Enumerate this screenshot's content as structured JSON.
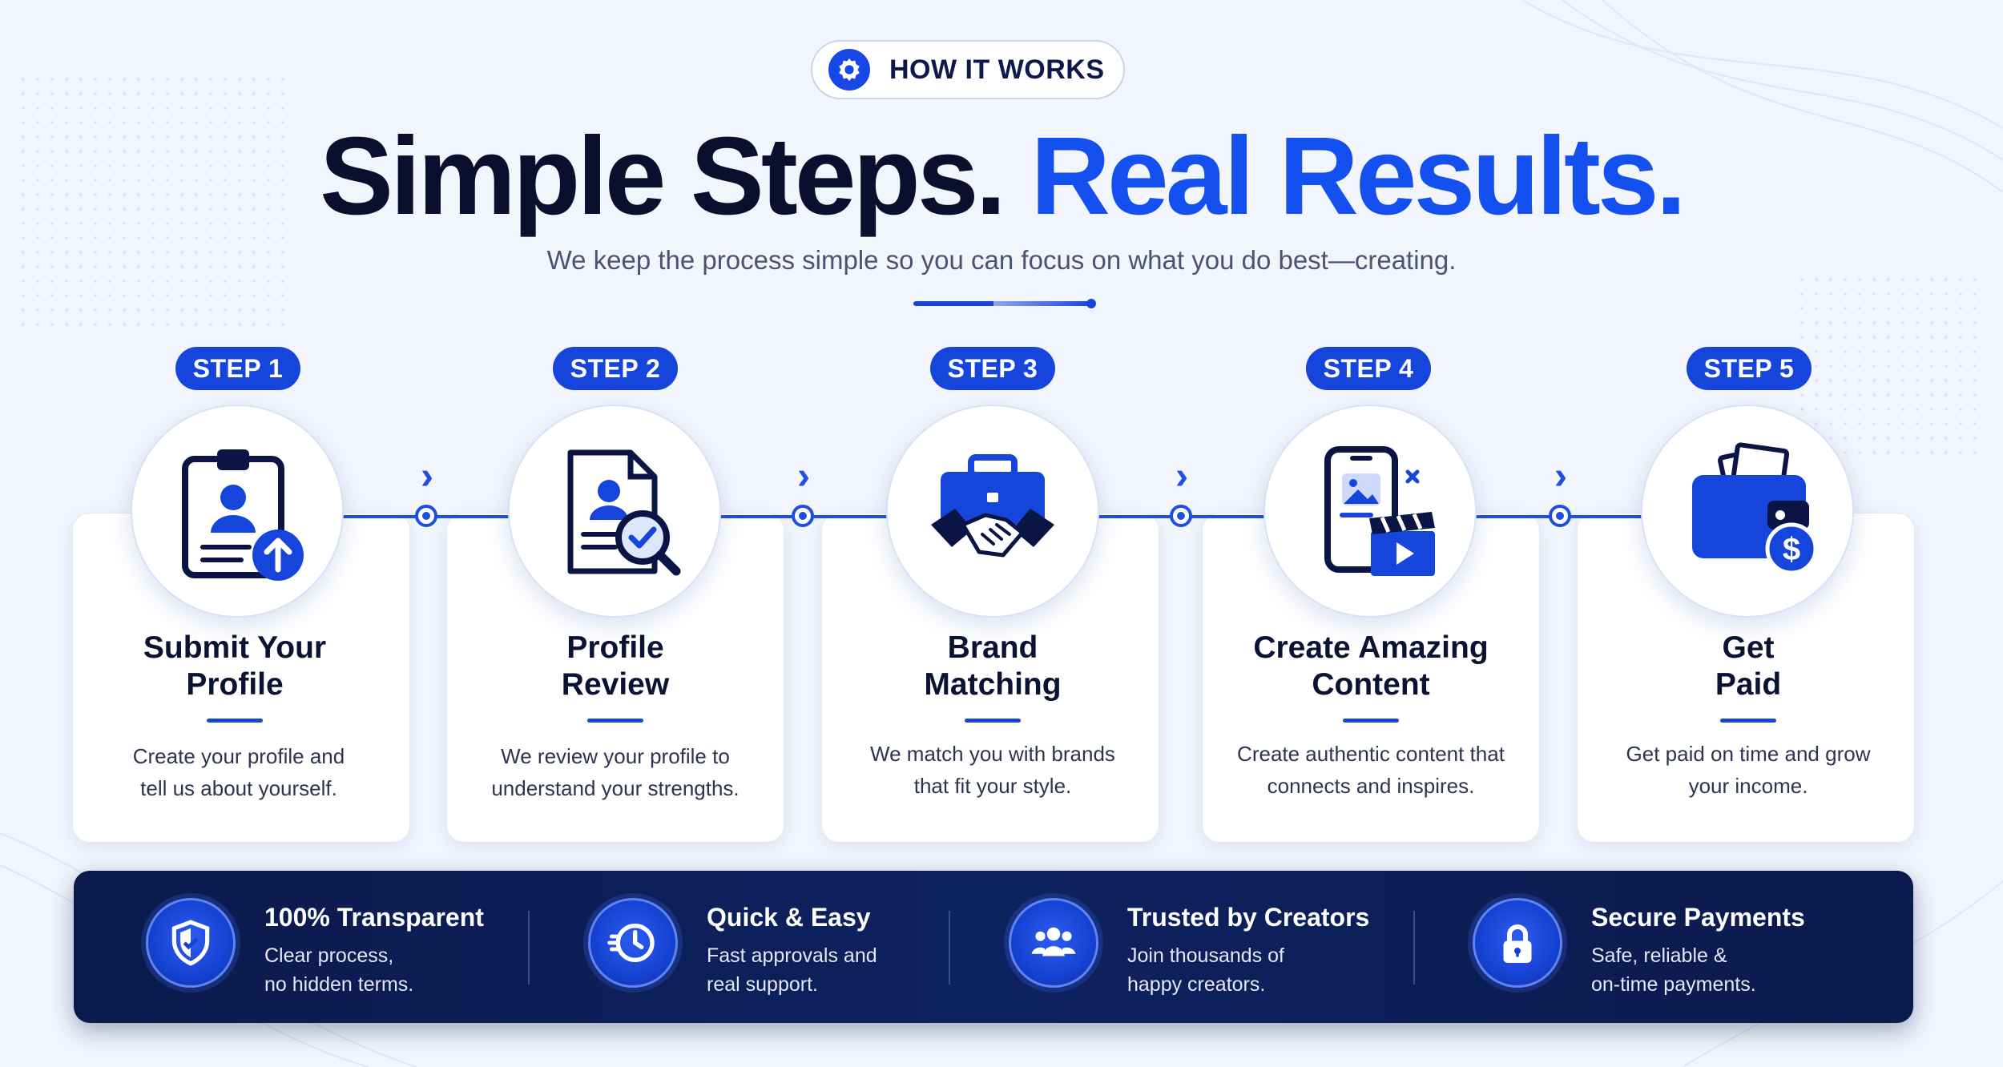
{
  "header": {
    "badge_label": "HOW IT WORKS",
    "headline_dark": "Simple Steps.",
    "headline_blue": "Real Results.",
    "subtitle": "We keep the process simple so you can focus on what you do best—creating."
  },
  "steps": [
    {
      "pill": "STEP 1",
      "title_line1": "Submit Your",
      "title_line2": "Profile",
      "desc_line1": "Create your profile and",
      "desc_line2": "tell us about yourself.",
      "icon": "clipboard-upload-icon"
    },
    {
      "pill": "STEP 2",
      "title_line1": "Profile",
      "title_line2": "Review",
      "desc_line1": "We review your profile to",
      "desc_line2": "understand your strengths.",
      "icon": "document-search-icon"
    },
    {
      "pill": "STEP 3",
      "title_line1": "Brand",
      "title_line2": "Matching",
      "desc_line1": "We match you with brands",
      "desc_line2": "that fit your style.",
      "icon": "briefcase-handshake-icon"
    },
    {
      "pill": "STEP 4",
      "title_line1": "Create Amazing",
      "title_line2": "Content",
      "desc_line1": "Create authentic content that",
      "desc_line2": "connects and inspires.",
      "icon": "phone-clapper-icon"
    },
    {
      "pill": "STEP 5",
      "title_line1": "Get",
      "title_line2": "Paid",
      "desc_line1": "Get paid on time and grow",
      "desc_line2": "your income.",
      "icon": "wallet-dollar-icon"
    }
  ],
  "features": [
    {
      "title": "100% Transparent",
      "desc_line1": "Clear process,",
      "desc_line2": "no hidden terms.",
      "icon": "shield-icon"
    },
    {
      "title": "Quick & Easy",
      "desc_line1": "Fast approvals and",
      "desc_line2": "real support.",
      "icon": "fast-clock-icon"
    },
    {
      "title": "Trusted by Creators",
      "desc_line1": "Join thousands of",
      "desc_line2": "happy creators.",
      "icon": "users-icon"
    },
    {
      "title": "Secure Payments",
      "desc_line1": "Safe, reliable &",
      "desc_line2": "on-time payments.",
      "icon": "lock-icon"
    }
  ],
  "colors": {
    "accent": "#1450f0",
    "dark_text": "#0a0f2e",
    "navy_bar": "#0b1a4c",
    "background": "#f2f5fc"
  }
}
